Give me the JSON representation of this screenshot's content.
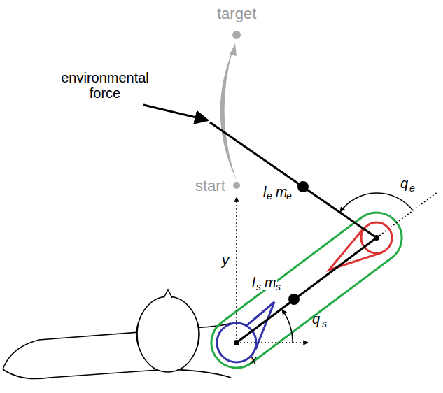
{
  "diagram": {
    "labels": [
      "target",
      "start",
      "environmental force",
      "y",
      "x",
      "q",
      "e",
      "q",
      "s",
      "l",
      "e",
      "m",
      "e",
      "l",
      "s",
      "m",
      "s"
    ]
  }
}
